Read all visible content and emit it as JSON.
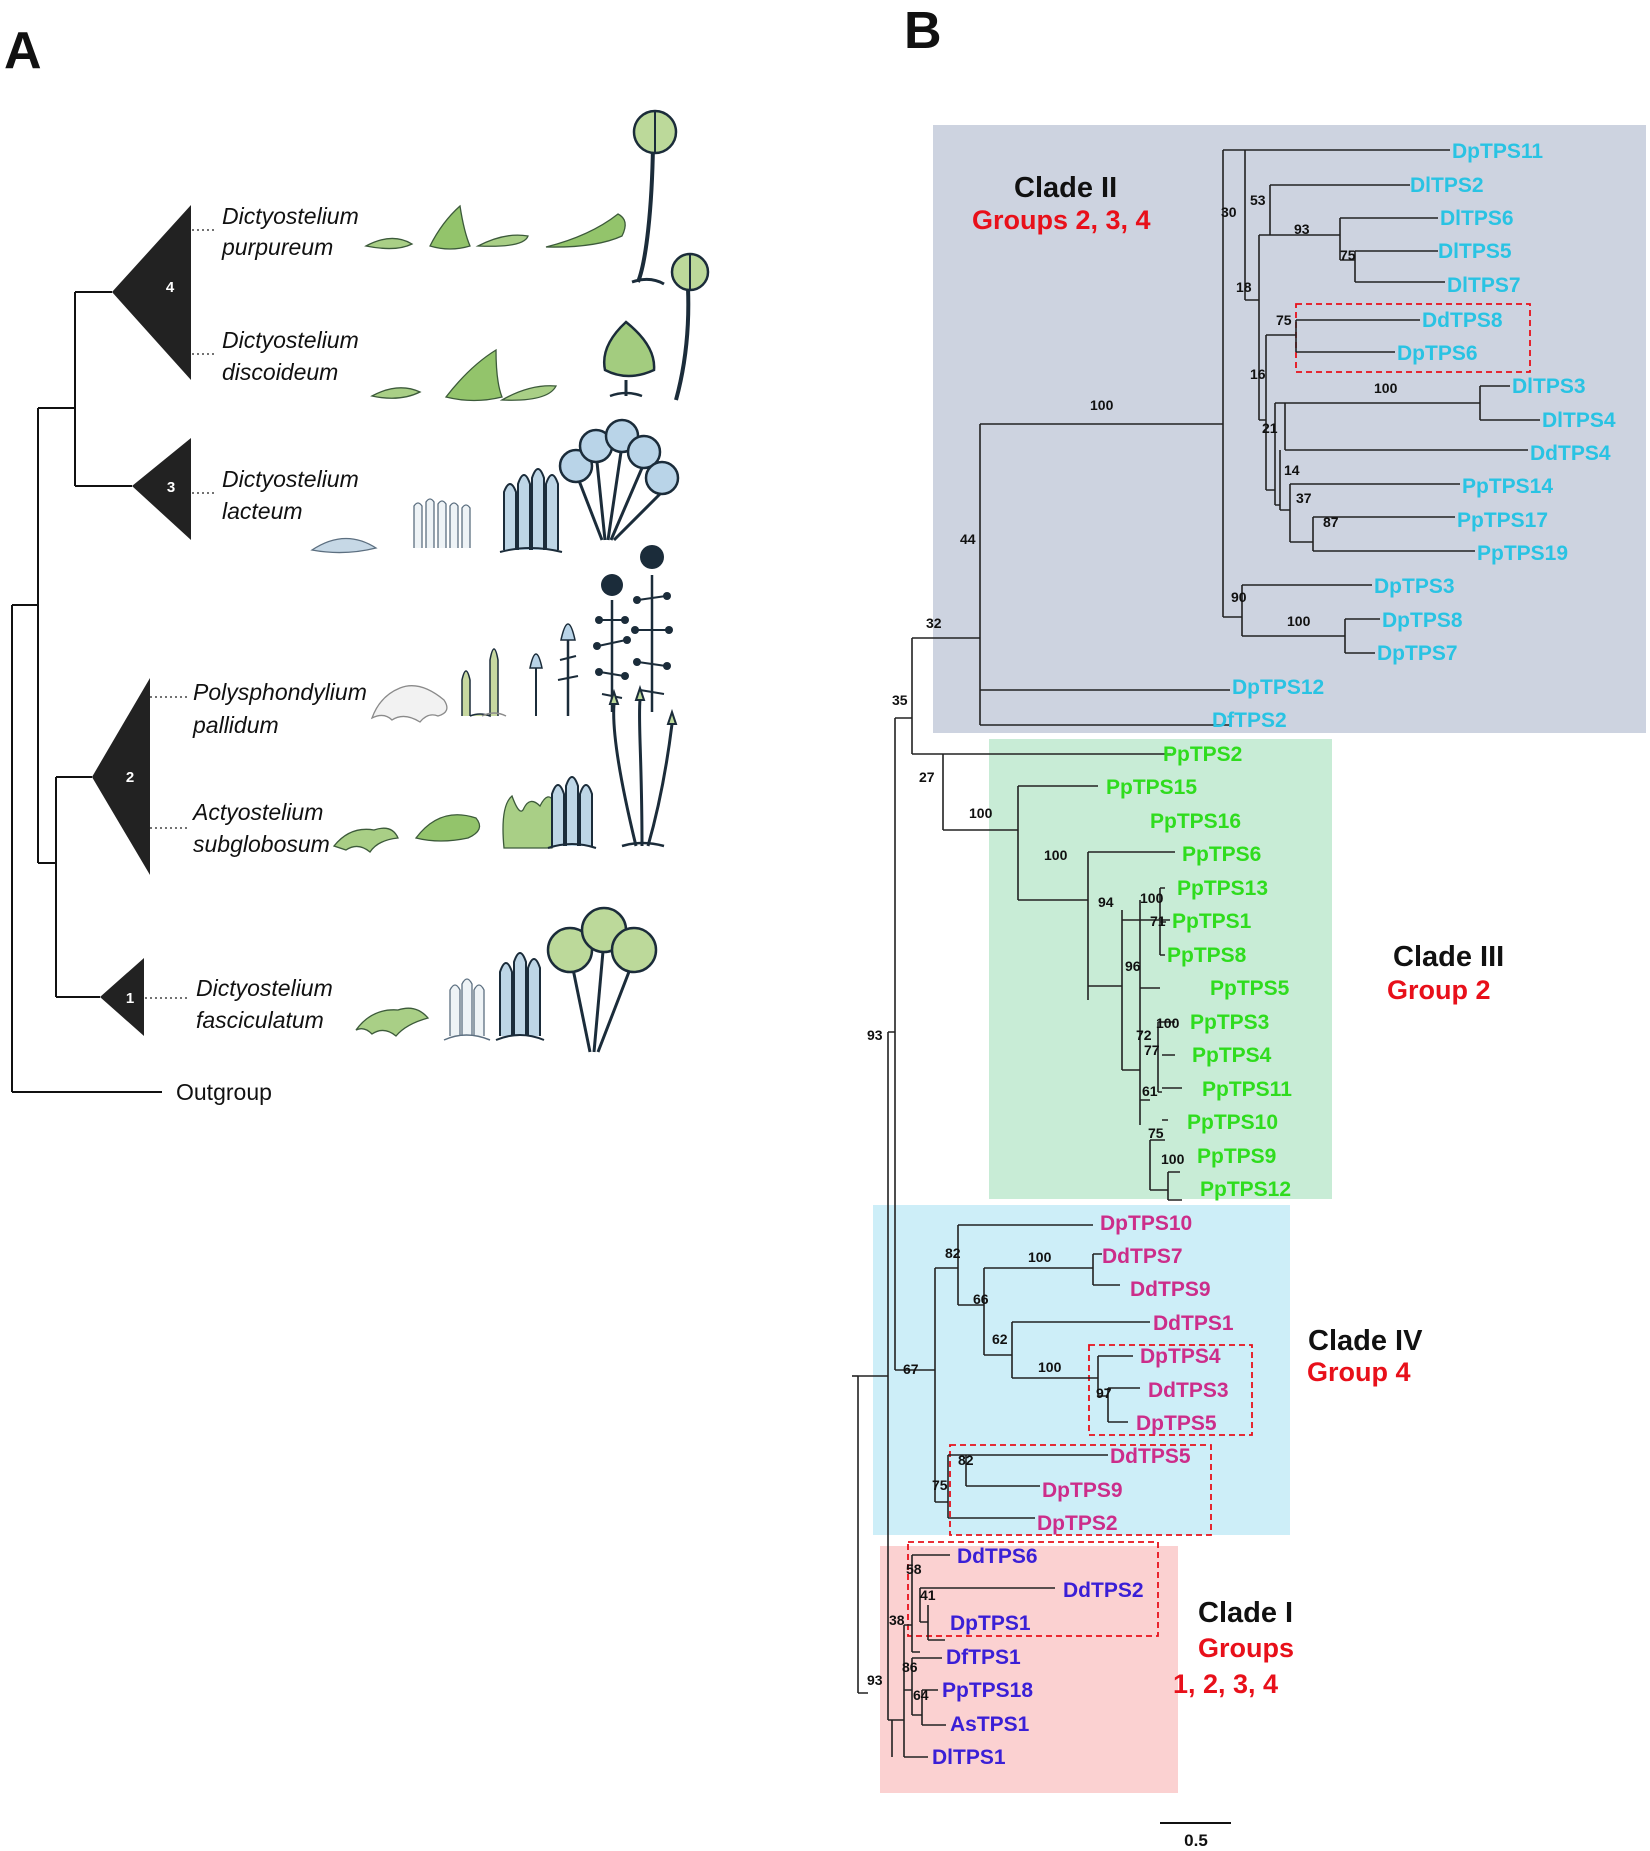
{
  "panelA": {
    "letter": "A",
    "taxa": [
      {
        "group": "4",
        "genus": "Dictyostelium",
        "species": "purpureum"
      },
      {
        "group": "4",
        "genus": "Dictyostelium",
        "species": "discoideum"
      },
      {
        "group": "3",
        "genus": "Dictyostelium",
        "species": "lacteum"
      },
      {
        "group": "2",
        "genus": "Polysphondylium",
        "species": "pallidum"
      },
      {
        "group": "2",
        "genus": "Actyostelium",
        "species": "subglobosum"
      },
      {
        "group": "1",
        "genus": "Dictyostelium",
        "species": "fasciculatum"
      }
    ],
    "groups": [
      "4",
      "3",
      "2",
      "1"
    ],
    "outgroup": "Outgroup"
  },
  "panelB": {
    "letter": "B",
    "colors": {
      "clade2_bg": "#cdd3e0",
      "clade3_bg": "#c8ecd6",
      "clade4_bg": "#cdeef8",
      "clade1_bg": "#fbd1d1",
      "clade2_text": "#29c3e3",
      "clade3_text": "#2fdc1e",
      "clade4_text": "#cc2d8a",
      "clade1_text": "#3a1fd6",
      "highlight_box": "#e8101a"
    },
    "clades": [
      {
        "name": "Clade II",
        "groups": "Groups 2, 3, 4"
      },
      {
        "name": "Clade III",
        "groups": "Group 2"
      },
      {
        "name": "Clade IV",
        "groups": "Group 4"
      },
      {
        "name": "Clade I",
        "groups_line1": "Groups",
        "groups_line2": "1, 2, 3, 4"
      }
    ],
    "tips": {
      "clade2": [
        "DpTPS11",
        "DlTPS2",
        "DlTPS6",
        "DlTPS5",
        "DlTPS7",
        "DdTPS8",
        "DpTPS6",
        "DlTPS3",
        "DlTPS4",
        "DdTPS4",
        "PpTPS14",
        "PpTPS17",
        "PpTPS19",
        "DpTPS3",
        "DpTPS8",
        "DpTPS7",
        "DpTPS12",
        "DfTPS2"
      ],
      "clade3": [
        "PpTPS2",
        "PpTPS15",
        "PpTPS16",
        "PpTPS6",
        "PpTPS13",
        "PpTPS1",
        "PpTPS8",
        "PpTPS5",
        "PpTPS3",
        "PpTPS4",
        "PpTPS11",
        "PpTPS10",
        "PpTPS9",
        "PpTPS12"
      ],
      "clade4": [
        "DpTPS10",
        "DdTPS7",
        "DdTPS9",
        "DdTPS1",
        "DpTPS4",
        "DdTPS3",
        "DpTPS5",
        "DdTPS5",
        "DpTPS9",
        "DpTPS2"
      ],
      "clade1": [
        "DdTPS6",
        "DdTPS2",
        "DpTPS1",
        "DfTPS1",
        "PpTPS18",
        "AsTPS1",
        "DlTPS1"
      ]
    },
    "bootstrap": [
      "53",
      "30",
      "93",
      "75",
      "18",
      "75",
      "16",
      "100",
      "21",
      "14",
      "37",
      "87",
      "90",
      "100",
      "100",
      "44",
      "32",
      "35",
      "27",
      "100",
      "100",
      "94",
      "100",
      "71",
      "96",
      "100",
      "72",
      "77",
      "61",
      "75",
      "100",
      "93",
      "82",
      "100",
      "66",
      "62",
      "100",
      "97",
      "67",
      "82",
      "75",
      "58",
      "41",
      "38",
      "86",
      "64",
      "93"
    ],
    "scale_label": "0.5"
  }
}
